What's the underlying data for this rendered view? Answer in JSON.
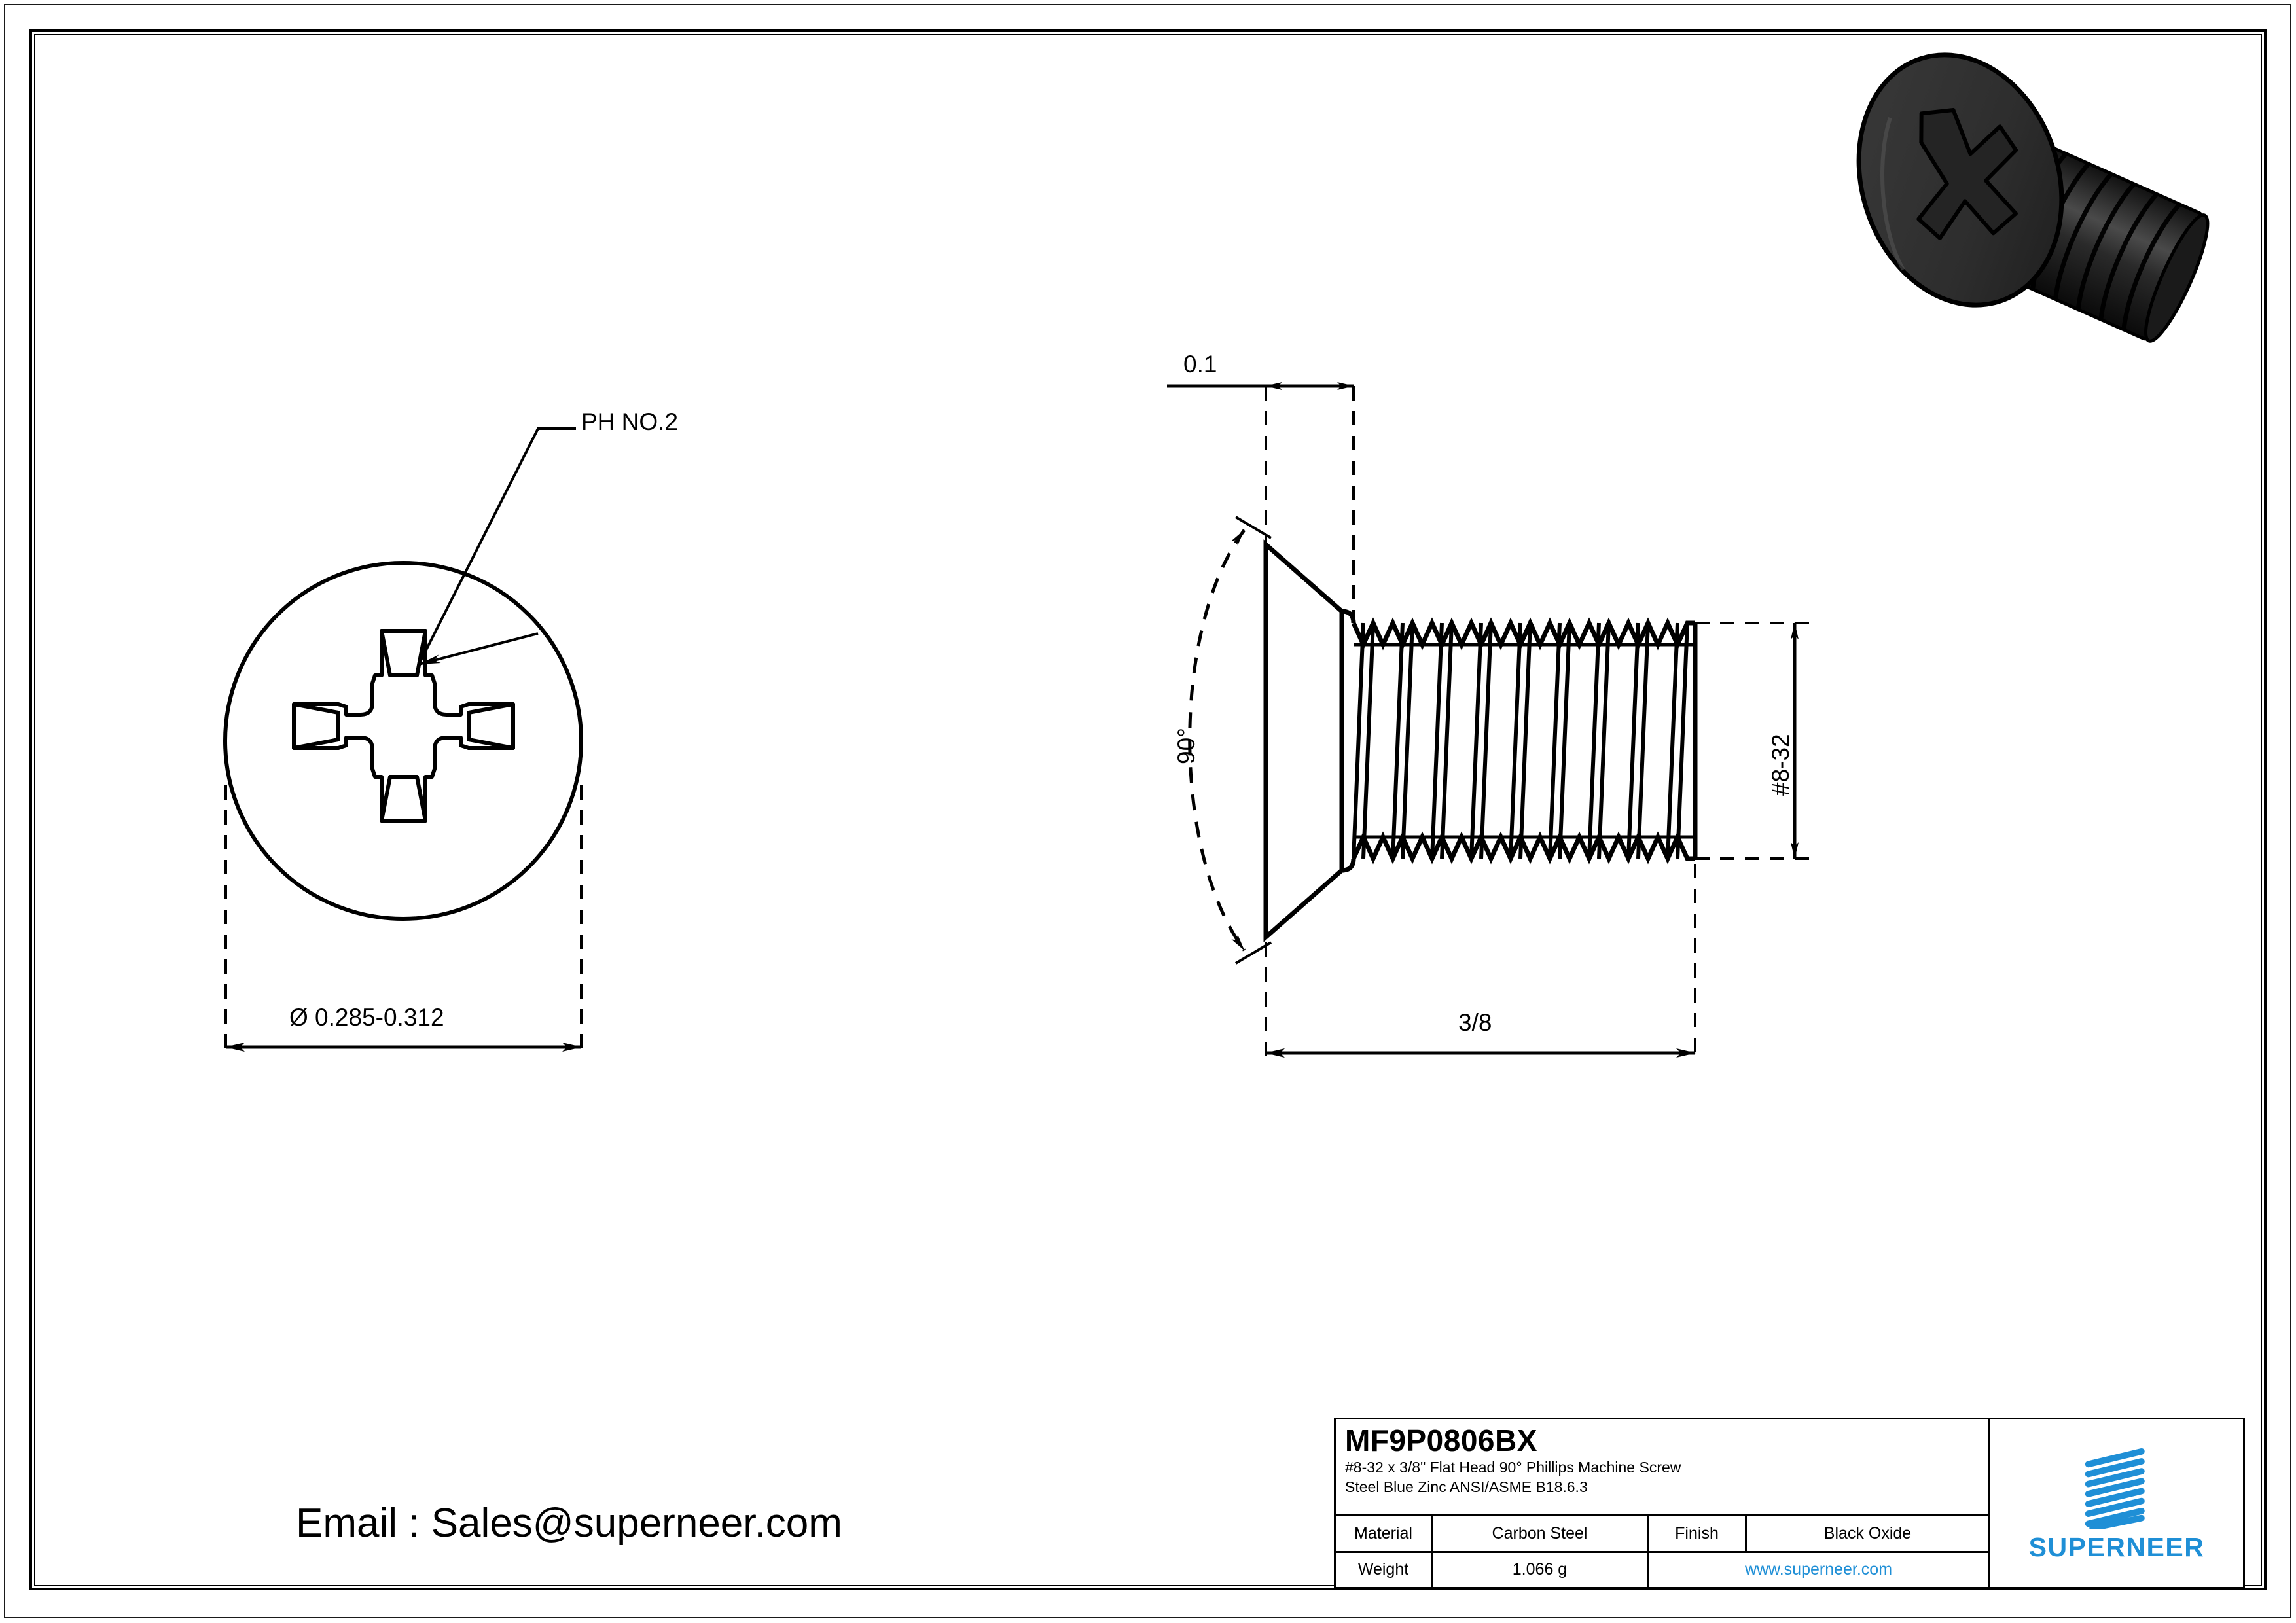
{
  "sheet": {
    "background_color": "#ffffff",
    "line_color": "#000000",
    "accent_color": "#1f8fd6"
  },
  "email": {
    "text": "Email : Sales@superneer.com"
  },
  "title_block": {
    "part_number": "MF9P0806BX",
    "description_line_1": "#8-32 x 3/8\" Flat Head 90°  Phillips Machine Screw",
    "description_line_2": "Steel Blue Zinc ANSI/ASME B18.6.3",
    "material_label": "Material",
    "material_value": "Carbon Steel",
    "finish_label": "Finish",
    "finish_value": "Black Oxide",
    "weight_label": "Weight",
    "weight_value": "1.066 g",
    "website": "www.superneer.com",
    "brand_name": "SUPERNEER"
  },
  "views": {
    "top_view": {
      "name": "phillips-head-top-view",
      "callout_label": "PH NO.2",
      "diameter_dimension": "Ø 0.285-0.312"
    },
    "side_view": {
      "name": "screw-side-view",
      "head_thickness_dimension": "0.1",
      "head_angle_dimension": "90°",
      "thread_size_dimension": "#8-32",
      "length_dimension": "3/8"
    },
    "render": {
      "name": "isometric-screw-render",
      "body_color": "#2b2b2b",
      "outline_color": "#000000"
    }
  }
}
